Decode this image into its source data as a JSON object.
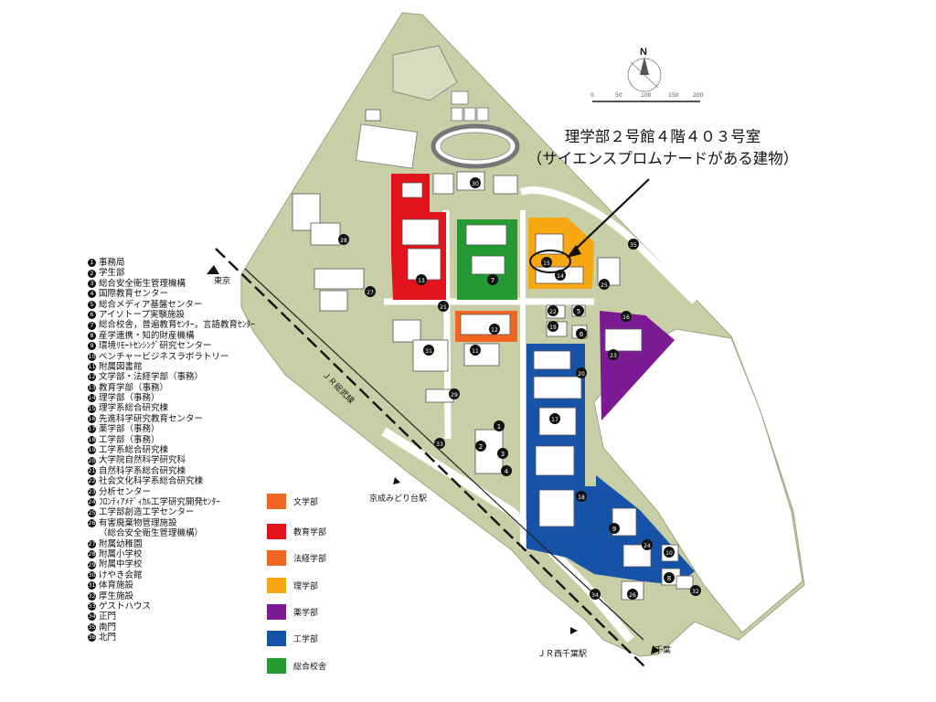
{
  "callout": {
    "line1": "理学部２号館４階４０３号室",
    "line2": "（サイエンスプロムナードがある建物）",
    "highlight_building": "15"
  },
  "compass": {
    "north_label": "N",
    "scale_ticks": [
      "0",
      "50",
      "100",
      "150",
      "200"
    ]
  },
  "place_labels": {
    "tokyo": "東京",
    "chiba": "千葉",
    "jr_line": "ＪＲ総武線",
    "keisei_station": "京成みどり台駅",
    "jr_station": "ＪＲ西千葉駅"
  },
  "legend_items": [
    {
      "num": "1",
      "label": "事務局"
    },
    {
      "num": "2",
      "label": "学生部"
    },
    {
      "num": "3",
      "label": "総合安全衛生管理機構"
    },
    {
      "num": "4",
      "label": "国際教育センター"
    },
    {
      "num": "5",
      "label": "総合メディア基盤センター"
    },
    {
      "num": "6",
      "label": "アイソトープ実験施設"
    },
    {
      "num": "7",
      "label": "総合校舎，普遍教育ｾﾝﾀｰ，言語教育ｾﾝﾀｰ"
    },
    {
      "num": "8",
      "label": "産学連携・知的財産機構"
    },
    {
      "num": "9",
      "label": "環境ﾘﾓｰﾄｾﾝｼﾝｸﾞ研究センター"
    },
    {
      "num": "10",
      "label": "ベンチャービジネスラボラトリー"
    },
    {
      "num": "11",
      "label": "附属図書館"
    },
    {
      "num": "12",
      "label": "文学部・法経学部（事務）"
    },
    {
      "num": "13",
      "label": "教育学部（事務）"
    },
    {
      "num": "14",
      "label": "理学部（事務）"
    },
    {
      "num": "15",
      "label": "理学系総合研究棟"
    },
    {
      "num": "16",
      "label": "先進科学研究教育センター"
    },
    {
      "num": "17",
      "label": "薬学部（事務）"
    },
    {
      "num": "18",
      "label": "工学部（事務）"
    },
    {
      "num": "19",
      "label": "工学系総合研究棟"
    },
    {
      "num": "20",
      "label": "大学院自然科学研究科"
    },
    {
      "num": "21",
      "label": "自然科学系総合研究棟"
    },
    {
      "num": "22",
      "label": "社会文化科学系総合研究棟"
    },
    {
      "num": "23",
      "label": "分析センター"
    },
    {
      "num": "24",
      "label": "ﾌﾛﾝﾃｨｱﾒﾃﾞｨｶﾙ工学研究開発ｾﾝﾀｰ"
    },
    {
      "num": "25",
      "label": "工学部創造工学センター"
    },
    {
      "num": "26",
      "label": "有害廃棄物管理施設"
    },
    {
      "num": "",
      "label": "（総合安全衛生管理機構）"
    },
    {
      "num": "27",
      "label": "附属幼稚園"
    },
    {
      "num": "28",
      "label": "附属小学校"
    },
    {
      "num": "29",
      "label": "附属中学校"
    },
    {
      "num": "30",
      "label": "けやき会館"
    },
    {
      "num": "31",
      "label": "体育施設"
    },
    {
      "num": "32",
      "label": "厚生施設"
    },
    {
      "num": "33",
      "label": "ゲストハウス"
    },
    {
      "num": "34",
      "label": "正門"
    },
    {
      "num": "35",
      "label": "南門"
    },
    {
      "num": "36",
      "label": "北門"
    }
  ],
  "color_legend": [
    {
      "label": "文学部",
      "color": "#F26522"
    },
    {
      "label": "教育学部",
      "color": "#E3131B"
    },
    {
      "label": "法経学部",
      "color": "#F26522"
    },
    {
      "label": "理学部",
      "color": "#F7A712"
    },
    {
      "label": "薬学部",
      "color": "#7B1A93"
    },
    {
      "label": "工学部",
      "color": "#1653A8"
    },
    {
      "label": "総合校舎",
      "color": "#259A32"
    }
  ],
  "map_markers": [
    {
      "num": "1"
    },
    {
      "num": "2"
    },
    {
      "num": "3"
    },
    {
      "num": "4"
    },
    {
      "num": "5"
    },
    {
      "num": "6"
    },
    {
      "num": "7"
    },
    {
      "num": "8"
    },
    {
      "num": "9"
    },
    {
      "num": "10"
    },
    {
      "num": "11"
    },
    {
      "num": "12"
    },
    {
      "num": "13"
    },
    {
      "num": "14"
    },
    {
      "num": "15"
    },
    {
      "num": "16"
    },
    {
      "num": "17"
    },
    {
      "num": "18"
    },
    {
      "num": "19"
    },
    {
      "num": "20"
    },
    {
      "num": "21"
    },
    {
      "num": "22"
    },
    {
      "num": "23"
    },
    {
      "num": "24"
    },
    {
      "num": "25"
    },
    {
      "num": "26"
    },
    {
      "num": "27"
    },
    {
      "num": "28"
    },
    {
      "num": "29"
    },
    {
      "num": "30"
    },
    {
      "num": "31"
    },
    {
      "num": "32"
    },
    {
      "num": "33"
    },
    {
      "num": "34"
    },
    {
      "num": "35"
    }
  ]
}
